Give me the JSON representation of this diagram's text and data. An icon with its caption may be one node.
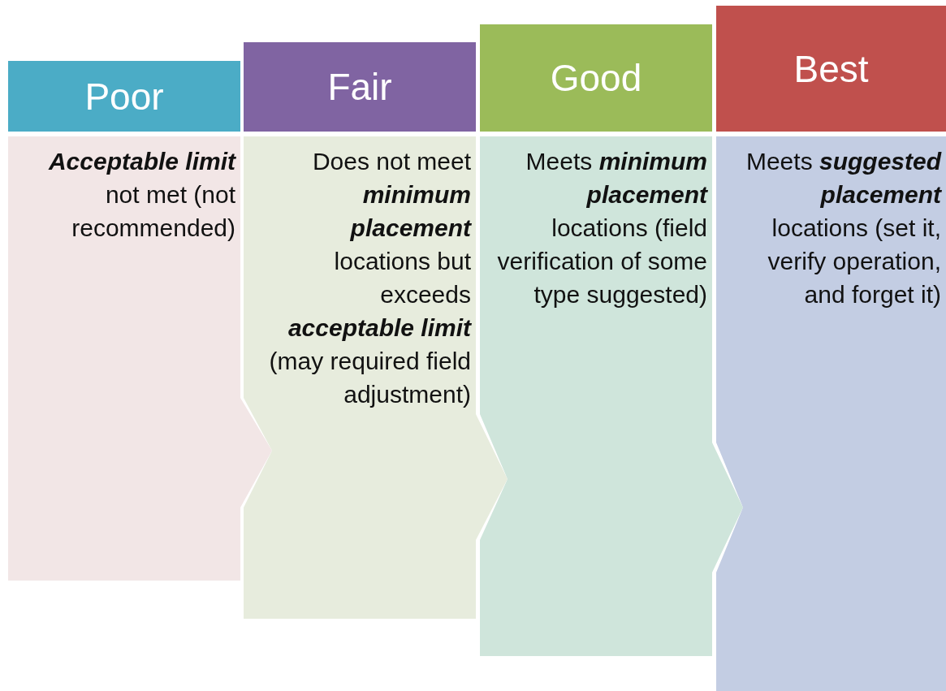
{
  "diagram": {
    "nodes": [
      {
        "text": [
          "Poor"
        ]
      },
      {
        "text": [
          "Fair"
        ]
      },
      {
        "text": [
          "Good"
        ]
      },
      {
        "text": [
          "Best"
        ]
      },
      {
        "text": [
          "**Acceptable limit** not met (not recommended)"
        ]
      },
      {
        "text": [
          "Does not meet **minimum placement** locations but exceeds **acceptable limit** (may required field adjustment)"
        ]
      },
      {
        "text": [
          "Meets **minimum placement** locations (field verification of some type suggested)"
        ]
      },
      {
        "text": [
          "Meets **suggested placement** locations (set it, verify operation, and forget it)"
        ]
      }
    ]
  }
}
